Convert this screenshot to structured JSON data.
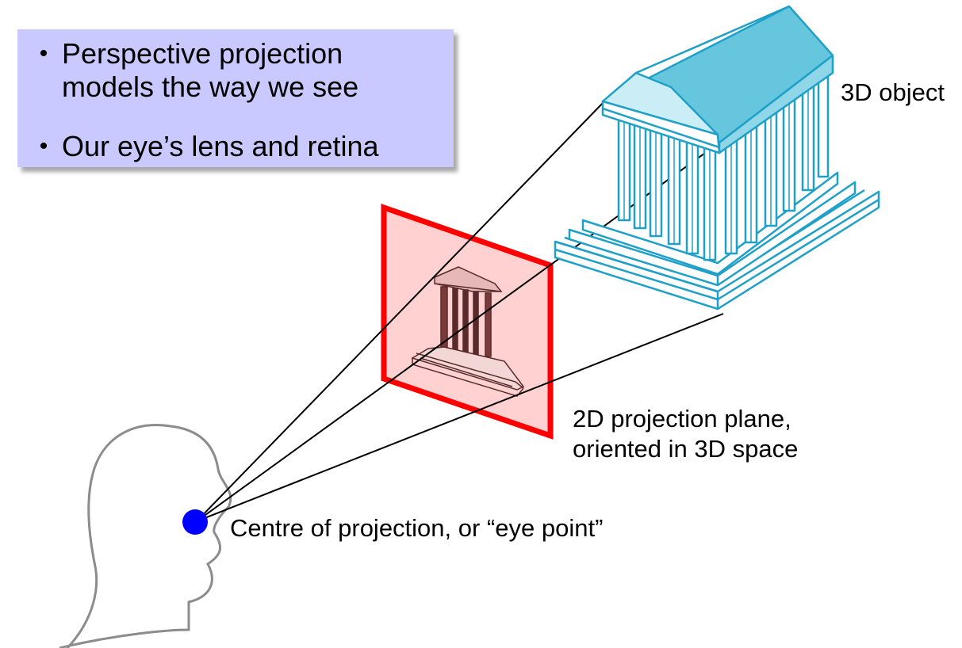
{
  "callout": {
    "bullets": [
      {
        "marker": "•",
        "text": "Perspective projection\nmodels the way we see"
      },
      {
        "marker": "•",
        "text": "Our eye’s lens and retina"
      }
    ],
    "background": "#c9c9ff"
  },
  "labels": {
    "object": "3D object",
    "plane_line1": "2D projection plane,",
    "plane_line2": "oriented in 3D space",
    "eye": "Centre of projection, or “eye point”"
  },
  "colors": {
    "plane_border": "#ff0000",
    "plane_fill": "#ffcccc",
    "temple_outline": "#1ea0c8",
    "temple_roof": "#66c6dd",
    "projected_temple": "#5a2a2a",
    "eye_point": "#0000ff",
    "head_outline": "#8c8c8c",
    "rays": "#000000"
  },
  "icons": {
    "eye_point": "blue-dot",
    "head": "head-silhouette",
    "object": "greek-temple",
    "projection": "projected-temple"
  }
}
